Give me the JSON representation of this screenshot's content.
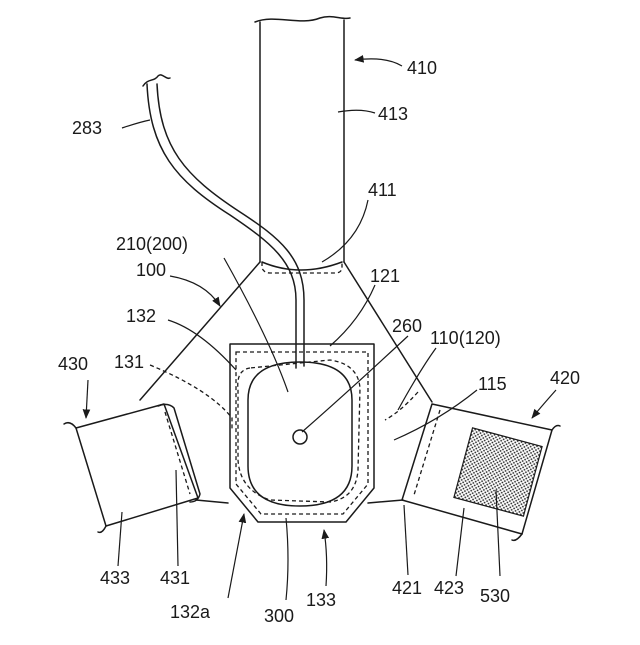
{
  "labels": {
    "l410": "410",
    "l413": "413",
    "l283": "283",
    "l411": "411",
    "l210": "210(200)",
    "l100": "100",
    "l121": "121",
    "l132": "132",
    "l260": "260",
    "l110": "110(120)",
    "l430": "430",
    "l131": "131",
    "l115": "115",
    "l420": "420",
    "l433": "433",
    "l431": "431",
    "l421": "421",
    "l423": "423",
    "l530": "530",
    "l132a": "132a",
    "l300": "300",
    "l133": "133"
  }
}
